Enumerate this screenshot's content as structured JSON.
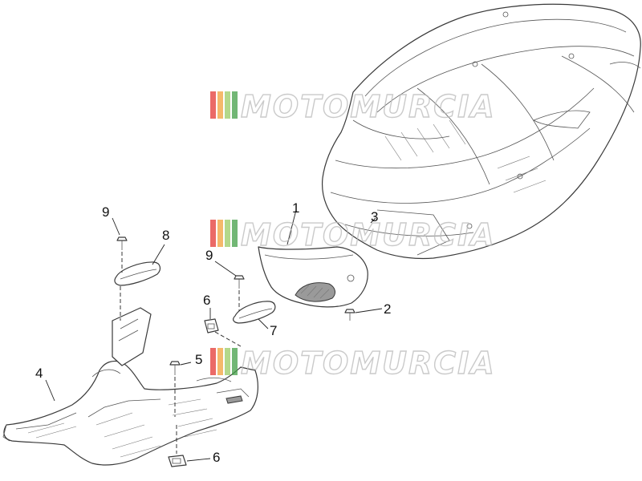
{
  "diagram": {
    "callouts": [
      "1",
      "2",
      "3",
      "4",
      "5",
      "6",
      "6",
      "7",
      "8",
      "9",
      "9"
    ]
  },
  "watermark": {
    "text": "MOTOMURCIA",
    "stripe_colors": [
      "#e53935",
      "#f2a23a",
      "#9ccc65",
      "#43a047"
    ]
  }
}
